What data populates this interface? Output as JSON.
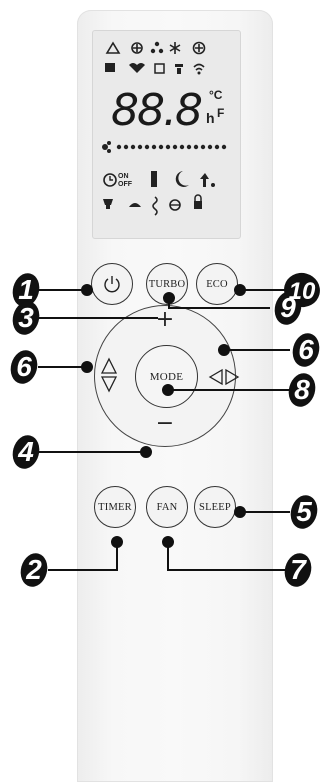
{
  "lcd": {
    "temp_digits": "88.8",
    "unit_c": "°C",
    "unit_hf": "h",
    "unit_f": "F",
    "timer_on": "ON",
    "timer_off": "OFF"
  },
  "buttons": {
    "power_icon": "power-icon",
    "turbo": "TURBO",
    "eco": "ECO",
    "plus": "+",
    "minus": "−",
    "mode": "MODE",
    "timer": "TIMER",
    "fan": "FAN",
    "sleep": "SLEEP"
  },
  "callouts": {
    "c1": "1",
    "c10": "10",
    "c3": "3",
    "c9": "9",
    "c6_left": "6",
    "c6_right": "6",
    "c8": "8",
    "c4": "4",
    "c5": "5",
    "c2": "2",
    "c7": "7"
  }
}
